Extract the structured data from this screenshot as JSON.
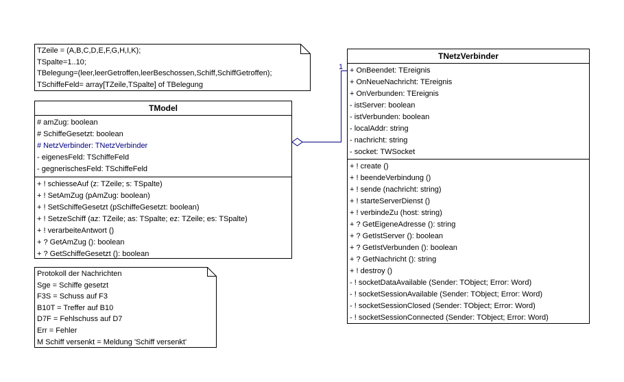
{
  "colors": {
    "background": "#ffffff",
    "border": "#000000",
    "text": "#000000",
    "accent": "#000080"
  },
  "notes": [
    {
      "id": "type-definitions",
      "lines": [
        "TZeile = (A,B,C,D,E,F,G,H,I,K);",
        "TSpalte=1..10;",
        "TBelegung=(leer,leerGetroffen,leerBeschossen,Schiff,SchiffGetroffen);",
        "TSchiffeFeld= array[TZeile,TSpalte] of TBelegung"
      ]
    },
    {
      "id": "message-protocol",
      "lines": [
        "Protokoll der Nachrichten",
        "Sge = Schiffe gesetzt",
        "F3S = Schuss auf F3",
        "B10T = Treffer auf B10",
        "D7F = Fehlschuss auf D7",
        "Err = Fehler",
        "M Schiff versenkt = Meldung 'Schiff versenkt'"
      ]
    }
  ],
  "classes": [
    {
      "name": "TModel",
      "attributes": [
        "# amZug: boolean",
        "# SchiffeGesetzt: boolean",
        {
          "text": "# NetzVerbinder: TNetzVerbinder",
          "color": "#000080"
        },
        "- eigenesFeld: TSchiffeFeld",
        "- gegnerischesFeld: TSchiffeFeld"
      ],
      "methods": [
        "+ ! schiesseAuf (z: TZeile; s: TSpalte)",
        "+ ! SetAmZug (pAmZug: boolean)",
        "+ ! SetSchiffeGesetzt (pSchiffeGesetzt: boolean)",
        "+ ! SetzeSchiff (az: TZeile; as: TSpalte; ez: TZeile; es: TSpalte)",
        "+ ! verarbeiteAntwort ()",
        "+ ? GetAmZug (): boolean",
        "+ ? GetSchiffeGesetzt (): boolean"
      ]
    },
    {
      "name": "TNetzVerbinder",
      "attributes": [
        "+ OnBeendet: TEreignis",
        "+ OnNeueNachricht: TEreignis",
        "+ OnVerbunden: TEreignis",
        "- istServer: boolean",
        "- istVerbunden: boolean",
        "- localAddr: string",
        "- nachricht: string",
        "- socket: TWSocket"
      ],
      "methods": [
        "+ ! create ()",
        "+ ! beendeVerbindung ()",
        "+ ! sende (nachricht: string)",
        "+ ! starteServerDienst ()",
        "+ ! verbindeZu (host: string)",
        "+ ? GetEigeneAdresse (): string",
        "+ ? GetIstServer (): boolean",
        "+ ? GetIstVerbunden (): boolean",
        "+ ? GetNachricht (): string",
        "+ ! destroy ()",
        "- ! socketDataAvailable (Sender: TObject; Error: Word)",
        "- ! socketSessionAvailable (Sender: TObject; Error: Word)",
        "- ! socketSessionClosed (Sender: TObject; Error: Word)",
        "- ! socketSessionConnected (Sender: TObject; Error: Word)"
      ]
    }
  ],
  "association": {
    "type": "aggregation",
    "from": "TModel",
    "to": "TNetzVerbinder",
    "multiplicity": "1",
    "color": "#000080"
  }
}
